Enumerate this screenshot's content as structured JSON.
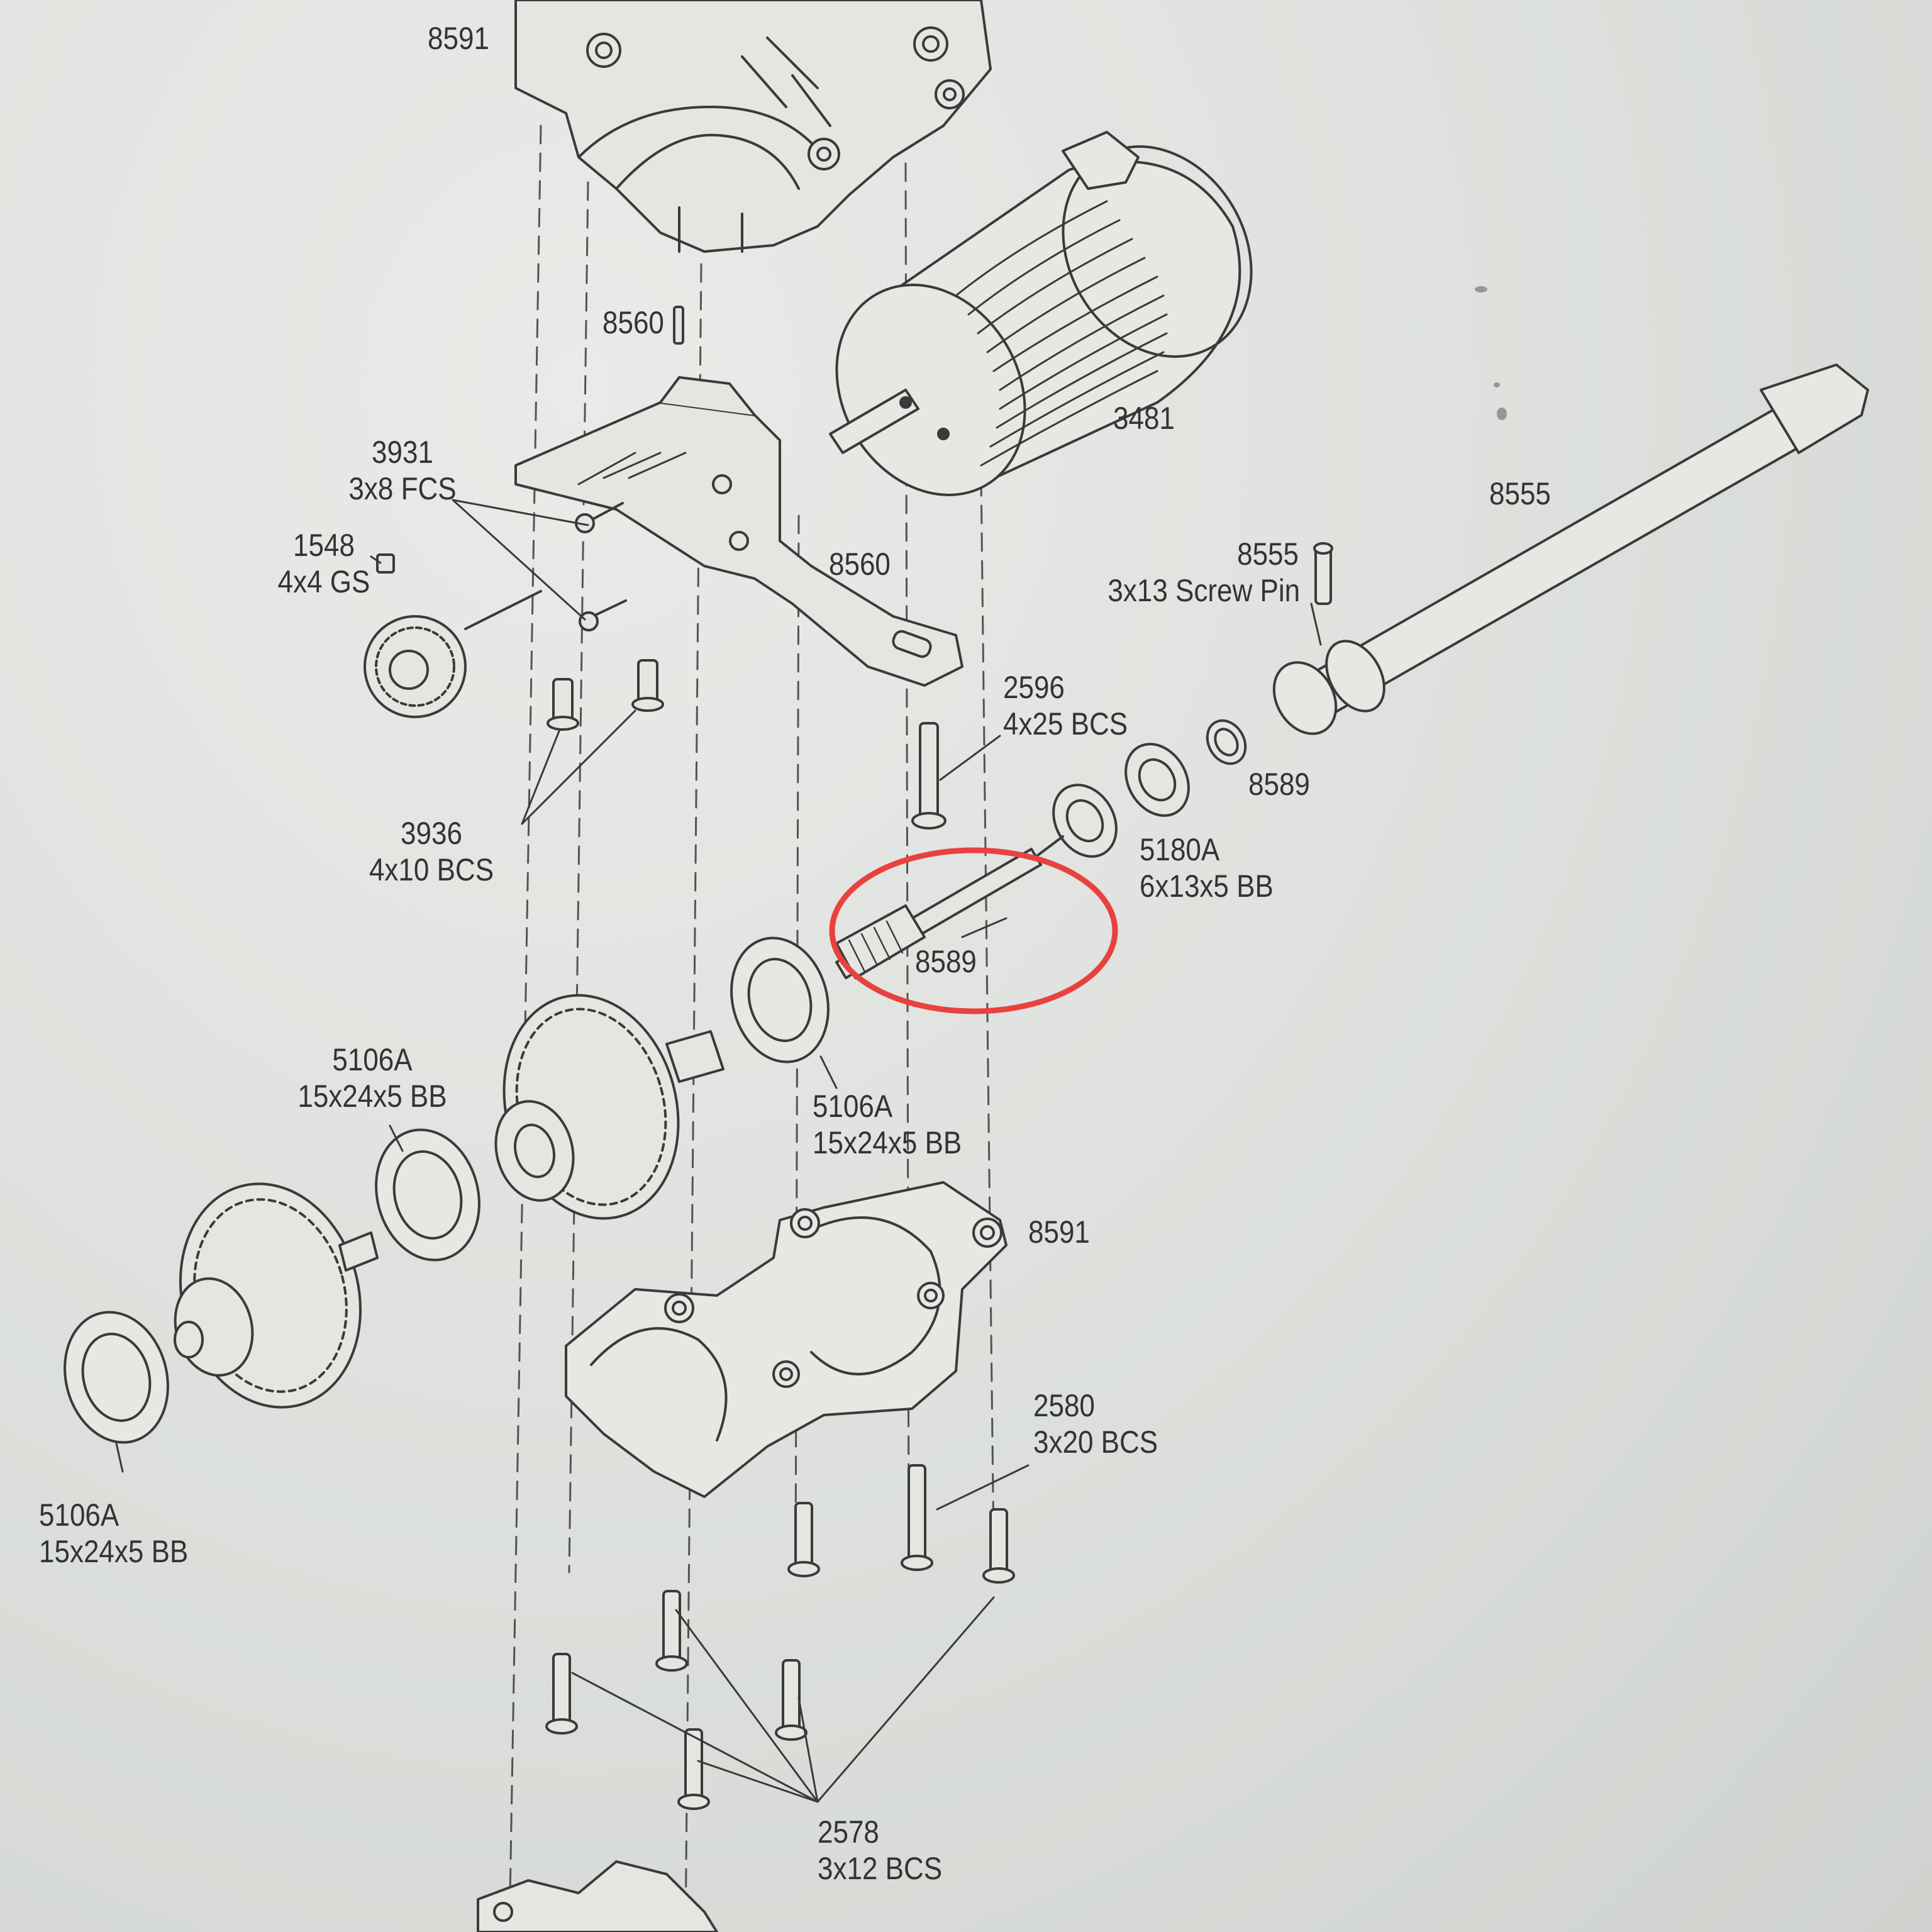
{
  "callouts": {
    "c8591_top": {
      "part": "8591",
      "spec": ""
    },
    "c8560_upper": {
      "part": "8560",
      "spec": ""
    },
    "c3481": {
      "part": "3481",
      "spec": ""
    },
    "c3931": {
      "part": "3931",
      "spec": "3x8 FCS"
    },
    "c1548": {
      "part": "1548",
      "spec": "4x4 GS"
    },
    "c8560_mount": {
      "part": "8560",
      "spec": ""
    },
    "c8555_shaft": {
      "part": "8555",
      "spec": ""
    },
    "c8555_pin": {
      "part": "8555",
      "spec": "3x13 Screw Pin"
    },
    "c2596": {
      "part": "2596",
      "spec": "4x25 BCS"
    },
    "c8589_collar": {
      "part": "8589",
      "spec": ""
    },
    "c3936": {
      "part": "3936",
      "spec": "4x10 BCS"
    },
    "c5180A": {
      "part": "5180A",
      "spec": "6x13x5 BB"
    },
    "c8589_shaft": {
      "part": "8589",
      "spec": ""
    },
    "c5106A_left": {
      "part": "5106A",
      "spec": "15x24x5 BB"
    },
    "c5106A_right": {
      "part": "5106A",
      "spec": "15x24x5 BB"
    },
    "c8591_lower": {
      "part": "8591",
      "spec": ""
    },
    "c5106A_bottom": {
      "part": "5106A",
      "spec": "15x24x5 BB"
    },
    "c2580": {
      "part": "2580",
      "spec": "3x20 BCS"
    },
    "c2578": {
      "part": "2578",
      "spec": "3x12 BCS"
    }
  },
  "colors": {
    "line": "#3a3a3a",
    "highlight_circle": "#e8423f",
    "paper": "#dfe1dd"
  }
}
